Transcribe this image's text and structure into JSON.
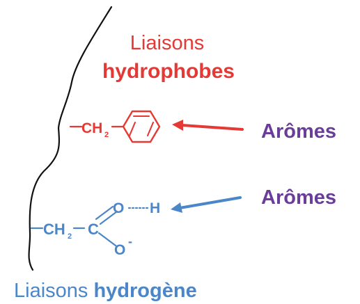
{
  "labels": {
    "hydrophobic_title_line1": "Liaisons",
    "hydrophobic_title_line2": "hydrophobes",
    "aromes_top": "Arômes",
    "aromes_bottom": "Arômes",
    "hydrogen_prefix": "Liaisons",
    "hydrogen_suffix": "hydrogène"
  },
  "chemistry": {
    "hydrophobic_group": {
      "ch": "CH",
      "subscript": "2"
    },
    "hydrogen_group": {
      "ch": "CH",
      "subscript": "2",
      "carbon": "C",
      "oxygen_top": "O",
      "hydrogen": "H",
      "oxygen_bottom": "O",
      "charge": "-"
    }
  },
  "colors": {
    "red": "#e53935",
    "blue": "#4a86c8",
    "purple": "#6a3d9a",
    "black": "#111111"
  },
  "icons": {
    "boundary_curve": "wavy-boundary-icon",
    "benzene_ring": "benzene-ring-icon",
    "arrow_top": "arrow-left-icon",
    "arrow_bottom": "arrow-left-icon",
    "hydrogen_bond": "dotted-bond-icon"
  }
}
